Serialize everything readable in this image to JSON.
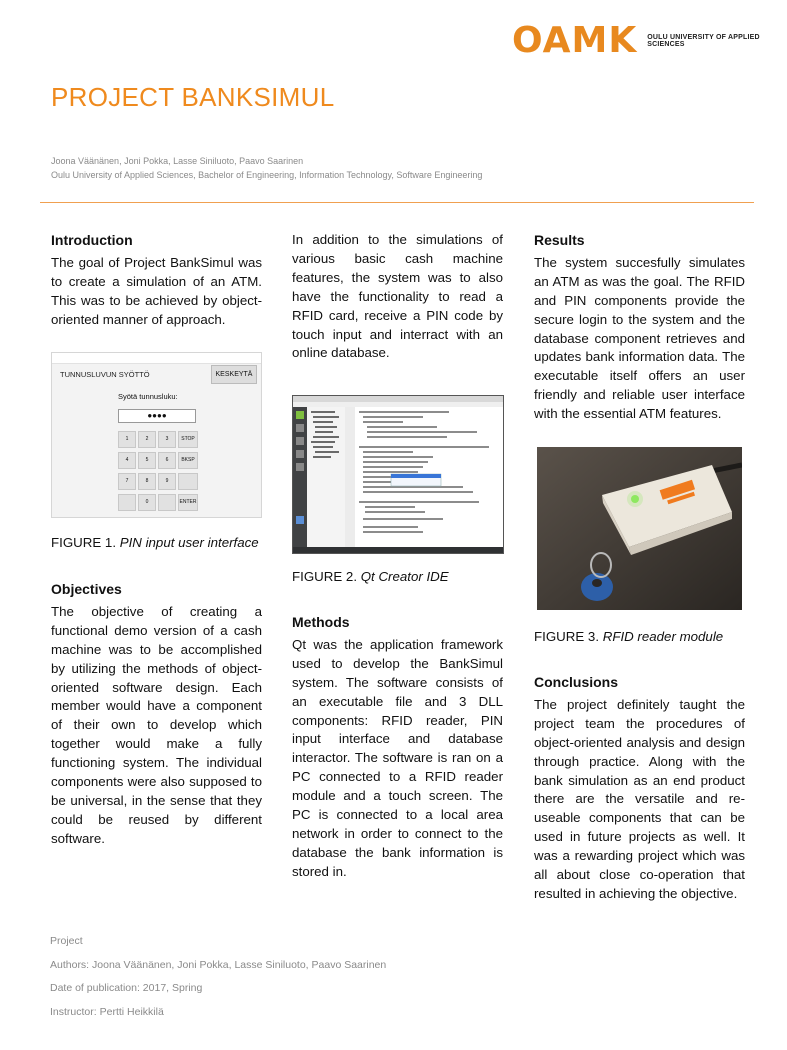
{
  "logo": {
    "letters": "OAMK",
    "subtitle": "OULU UNIVERSITY OF APPLIED SCIENCES"
  },
  "title": "PROJECT BANKSIMUL",
  "authors_line": "Joona Väänänen, Joni Pokka, Lasse Siniluoto, Paavo Saarinen",
  "affiliation_line": "Oulu University of Applied Sciences, Bachelor of Engineering, Information Technology, Software Engineering",
  "intro": {
    "heading": "Introduction",
    "text": "The goal of Project BankSimul was to create a simulation of an ATM. This was to be achieved by object-oriented manner of approach."
  },
  "figure1": {
    "label": "FIGURE 1. ",
    "caption": "PIN input user interface",
    "ui": {
      "header": "TUNNUSLUVUN SYÖTTÖ",
      "cancel": "KESKEYTÄ",
      "prompt": "Syötä tunnusluku:",
      "pin_value": "●●●●",
      "keys": [
        "1",
        "2",
        "3",
        "STOP",
        "4",
        "5",
        "6",
        "BKSP",
        "7",
        "8",
        "9",
        "",
        "",
        "0",
        "",
        "ENTER"
      ]
    }
  },
  "objectives": {
    "heading": "Objectives",
    "text": "The objective of creating a functional demo version of a cash machine was to be accomplished by utilizing the methods of object-oriented software design. Each member would have a component of their own to develop which together would make a fully functioning system. The individual components were also supposed to be universal, in the sense that they could be reused by different software."
  },
  "col2_intro": "In addition to the simulations of various basic cash machine features, the system was to also have the functionality to read a RFID card, receive a PIN code by touch input and interract with an online database.",
  "figure2": {
    "label": "FIGURE 2. ",
    "caption": "Qt Creator IDE"
  },
  "methods": {
    "heading": "Methods",
    "text": "Qt was the application framework used to develop the BankSimul system. The software consists of an executable file and 3 DLL components: RFID reader, PIN input interface and database interactor. The software is ran on a PC connected to a RFID reader module and a touch screen. The PC is connected to a local area network in order to connect to the database the bank information is stored in."
  },
  "results": {
    "heading": "Results",
    "text": "The system succesfully simulates an ATM as was the goal. The RFID and PIN components provide the secure login to the system and the database component retrieves and updates bank information data. The executable itself offers an user friendly and reliable user interface with the essential ATM features."
  },
  "figure3": {
    "label": "FIGURE 3. ",
    "caption": "RFID reader module"
  },
  "conclusions": {
    "heading": "Conclusions",
    "text": "The project definitely taught the project team the procedures of object-oriented analysis and design through practice. Along with the bank simulation as an end product there are the versatile and re-useable components that can be used in future projects as well. It was a rewarding project which was all about close co-operation that resulted in achieving the objective."
  },
  "footer": {
    "project": "Project",
    "authors": "Authors: Joona Väänänen, Joni Pokka, Lasse Siniluoto, Paavo Saarinen",
    "date": "Date of publication: 2017, Spring",
    "instructor": "Instructor: Pertti Heikkilä"
  },
  "colors": {
    "accent": "#ef8a1e",
    "rule": "#f0a050",
    "muted": "#8a8a8a"
  }
}
